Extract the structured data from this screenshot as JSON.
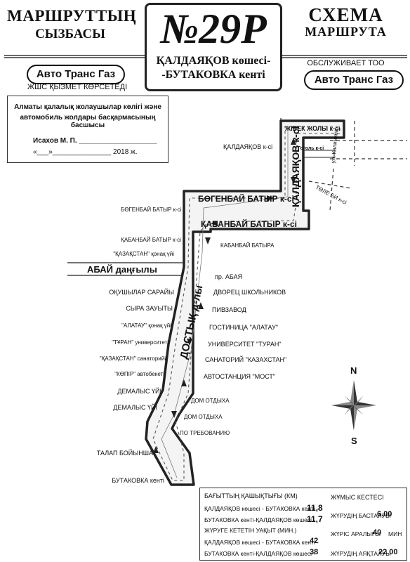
{
  "header": {
    "left_title_1": "МАРШРУТТЫҢ",
    "left_title_2": "СЫЗБАСЫ",
    "right_title_1": "СХЕМА",
    "right_title_2": "МАРШРУТА",
    "left_company": "Авто Транс Газ",
    "left_note": "ЖШС ҚЫЗМЕТ КӨРСЕТЕДІ",
    "right_company": "Авто Транс Газ",
    "right_note": "ОБСЛУЖИВАЕТ ТОО"
  },
  "title": {
    "route_number": "№29Р",
    "from": "ҚАЛДАЯҚОВ көшесі-",
    "to": "-БУТАКОВКА кенті"
  },
  "approval": {
    "line1": "Алматы қалалық жолаушылар көлігі және",
    "line2": "автомобиль жолдары басқармасының басшысы",
    "signer": "Исахов М. П. ____________________",
    "date": "«___»_______________ 2018 ж."
  },
  "streets": {
    "zhibek_zholy": "ЖІБЕК ЖОЛЫ к-сі",
    "kaldayakov_top": "ҚАЛДАЯҚОВ к-сі",
    "gogol": "Гоголь к-сі",
    "kaldayakov_vertical": "ҚАЛДАЯҚОВ к-сі",
    "kalinin": "ул. Калинина",
    "tole_bi": "ТӨЛЕ БИ к-сі",
    "bogenbay_left": "БӨГЕНБАЙ БАТЫР к-сі",
    "bogenbay": "БӨГЕНБАЙ БАТЫР к-сі",
    "kabanbay": "ҚАБАНБАЙ БАТЫР к-сі",
    "abai": "АБАЙ даңғылы",
    "dostyk": "ДОСТЫҚ д-лы"
  },
  "stops_left": [
    "ҚАБАНБАЙ БАТЫР к-сі",
    "\"ҚАЗАҚСТАН\" қонақ үйі",
    "ОҚУШЫЛАР САРАЙЫ",
    "СЫРА ЗАУЫТЫ",
    "\"АЛАТАУ\" қонақ үйі",
    "\"ТҰРАН\" университеті",
    "\"ҚАЗАҚСТАН\" санаторийі",
    "\"КӨПІР\" автобекеті",
    "ДЕМАЛЫС ҮЙІ",
    "ДЕМАЛЫС ҮЙІ",
    "ТАЛАП БОЙЫНША",
    "БУТАКОВКА кенті"
  ],
  "stops_right": [
    "КАБАНБАЙ БАТЫРА",
    "пр. АБАЯ",
    "ДВОРЕЦ ШКОЛЬНИКОВ",
    "ПИВЗАВОД",
    "ГОСТИНИЦА \"АЛАТАУ\"",
    "УНИВЕРСИТЕТ \"ТУРАН\"",
    "САНАТОРИЙ \"КАЗАХСТАН\"",
    "АВТОСТАНЦИЯ \"МОСТ\"",
    "ДОМ ОТДЫХА",
    "ДОМ ОТДЫХА",
    "ПО ТРЕБОВАНИЮ"
  ],
  "compass": {
    "north": "N",
    "south": "S"
  },
  "info": {
    "distance_title": "БАҒЫТТЫҢ ҚАШЫҚТЫҒЫ (КМ)",
    "dist_row1_label": "ҚАЛДАЯҚОВ көшесі - БУТАКОВКА кенті -",
    "dist_row1_value": "11,8",
    "dist_row2_label": "БУТАКОВКА кенті-ҚАЛДАЯҚОВ көшесі -",
    "dist_row2_value": "11,7",
    "time_title": "ЖҮРУГЕ КЕТЕТІН УАҚЫТ (МИН.)",
    "time_row1_label": "ҚАЛДАЯҚОВ көшесі - БУТАКОВКА кенті -",
    "time_row1_value": "42",
    "time_row2_label": "БУТАКОВКА кенті-ҚАЛДАЯҚОВ көшесі -",
    "time_row2_value": "38",
    "schedule_title": "ЖҰМЫС КЕСТЕСІ",
    "start_label": "ЖҮРУДІҢ БАСТАЛУЫ",
    "start_value": "6.00",
    "interval_label": "ЖҮРІС АРАЛЫҒЫ",
    "interval_value": "40",
    "interval_unit": "МИН",
    "end_label": "ЖҮРУДІҢ АЯҚТАЛУЫ",
    "end_value": "22.00"
  }
}
